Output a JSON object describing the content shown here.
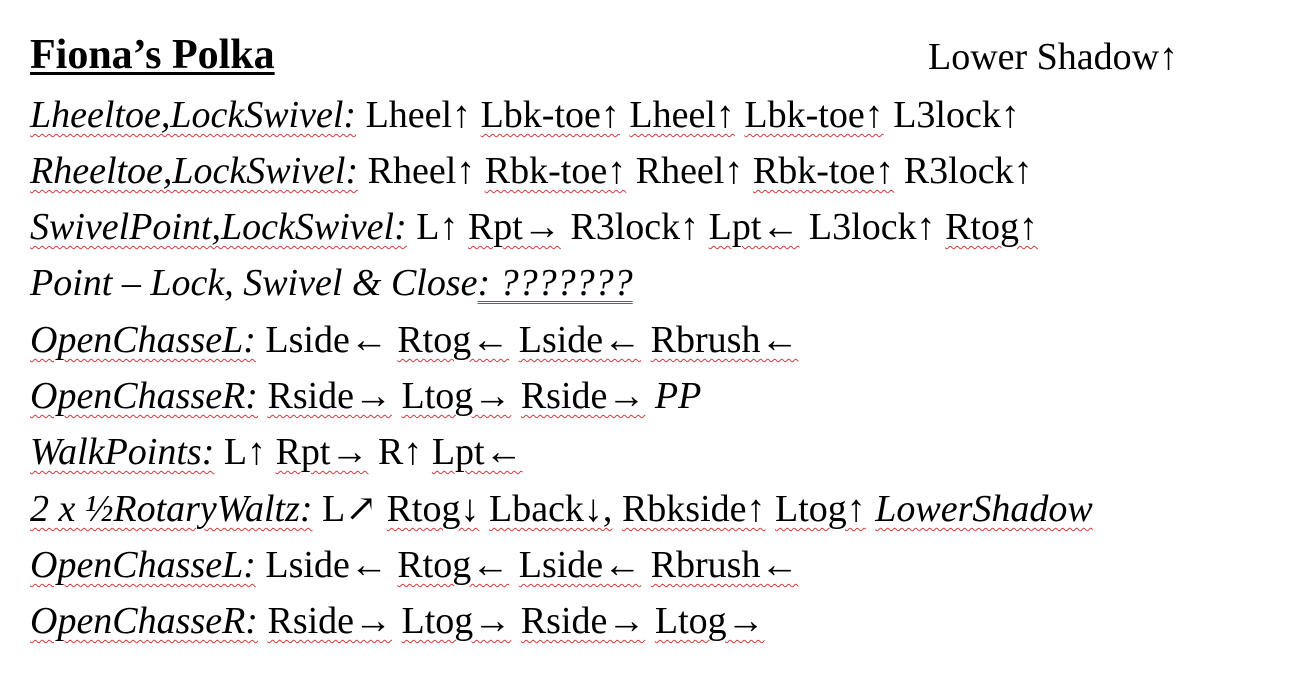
{
  "header": {
    "title": "Fiona’s Polka",
    "right_note": "Lower Shadow↑"
  },
  "lines": [
    {
      "label": "Lheeltoe,LockSwivel:",
      "steps": [
        "Lheel↑",
        "Lbk-toe↑",
        "Lheel↑",
        "Lbk-toe↑",
        "L3lock↑"
      ]
    },
    {
      "label": "Rheeltoe,LockSwivel:",
      "steps": [
        "Rheel↑",
        "Rbk-toe↑",
        "Rheel↑",
        "Rbk-toe↑",
        "R3lock↑"
      ]
    },
    {
      "label": "SwivelPoint,LockSwivel:",
      "steps": [
        "L↑",
        "Rpt→",
        "R3lock↑",
        "Lpt←",
        "L3lock↑",
        "Rtog↑"
      ]
    },
    {
      "label": "Point – Lock, Swivel & Close",
      "suffix": ": ???????"
    },
    {
      "label": "OpenChasseL:",
      "steps": [
        "Lside←",
        "Rtog←",
        "Lside←",
        "Rbrush←"
      ]
    },
    {
      "label": "OpenChasseR:",
      "steps": [
        "Rside→",
        "Ltog→",
        "Rside→"
      ],
      "tail": "PP"
    },
    {
      "label": "WalkPoints:",
      "steps": [
        "L↑",
        "Rpt→",
        "R↑",
        "Lpt←"
      ]
    },
    {
      "label": "2 x ½RotaryWaltz:",
      "steps": [
        "L↗",
        "Rtog↓",
        "Lback↓,",
        "Rbkside↑",
        "Ltog↑"
      ],
      "tail": "LowerShadow"
    },
    {
      "label": "OpenChasseL:",
      "steps": [
        "Lside←",
        "Rtog←",
        "Lside←",
        "Rbrush←"
      ]
    },
    {
      "label": "OpenChasseR:",
      "steps": [
        "Rside→",
        "Ltog→",
        "Rside→",
        "Ltog→"
      ]
    }
  ]
}
